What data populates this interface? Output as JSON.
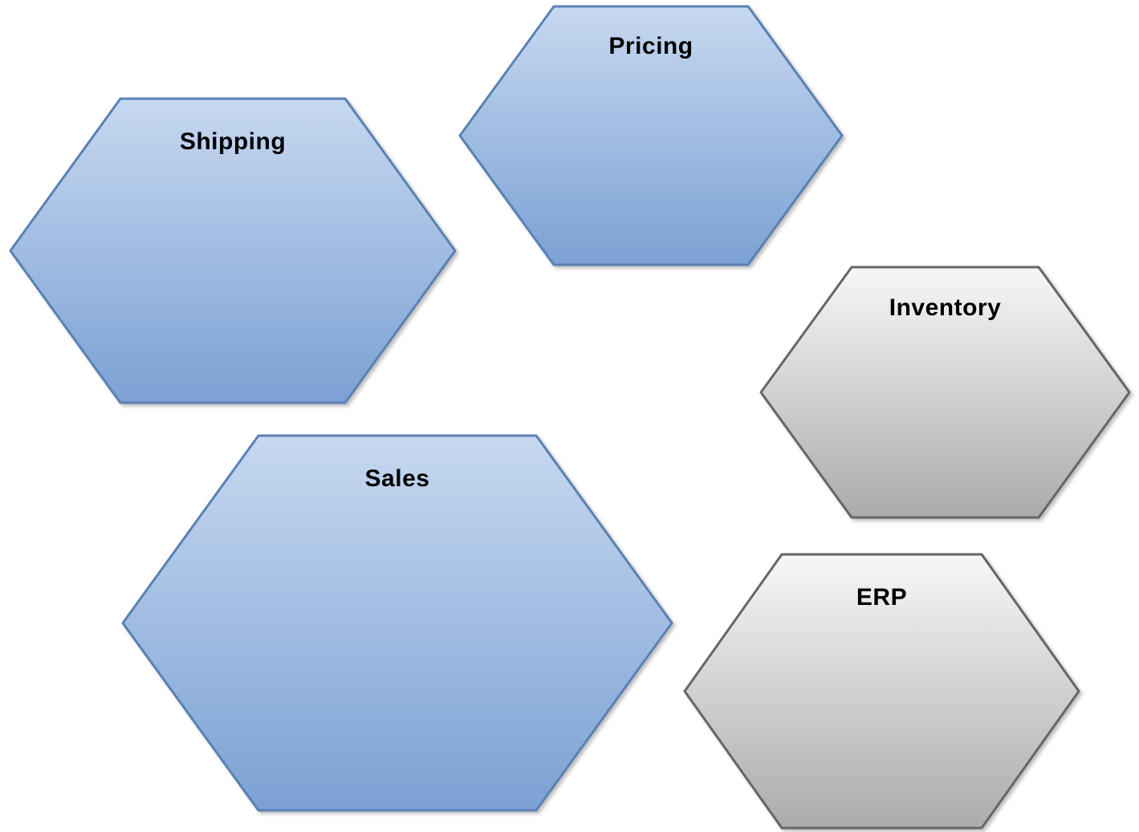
{
  "diagram": {
    "type": "hexagon-node-diagram",
    "nodes": [
      {
        "id": "shipping",
        "label": "Shipping",
        "style": "blue"
      },
      {
        "id": "pricing",
        "label": "Pricing",
        "style": "blue"
      },
      {
        "id": "inventory",
        "label": "Inventory",
        "style": "gray"
      },
      {
        "id": "sales",
        "label": "Sales",
        "style": "blue"
      },
      {
        "id": "erp",
        "label": "ERP",
        "style": "gray"
      }
    ],
    "colors": {
      "blue_fill_top": "#c7d8f0",
      "blue_fill_bottom": "#7ba1d4",
      "blue_border": "#5a81b4",
      "gray_fill_top": "#f7f7f7",
      "gray_fill_bottom": "#ababab",
      "gray_border": "#666666",
      "label_text": "#000000",
      "background": "#ffffff"
    }
  }
}
